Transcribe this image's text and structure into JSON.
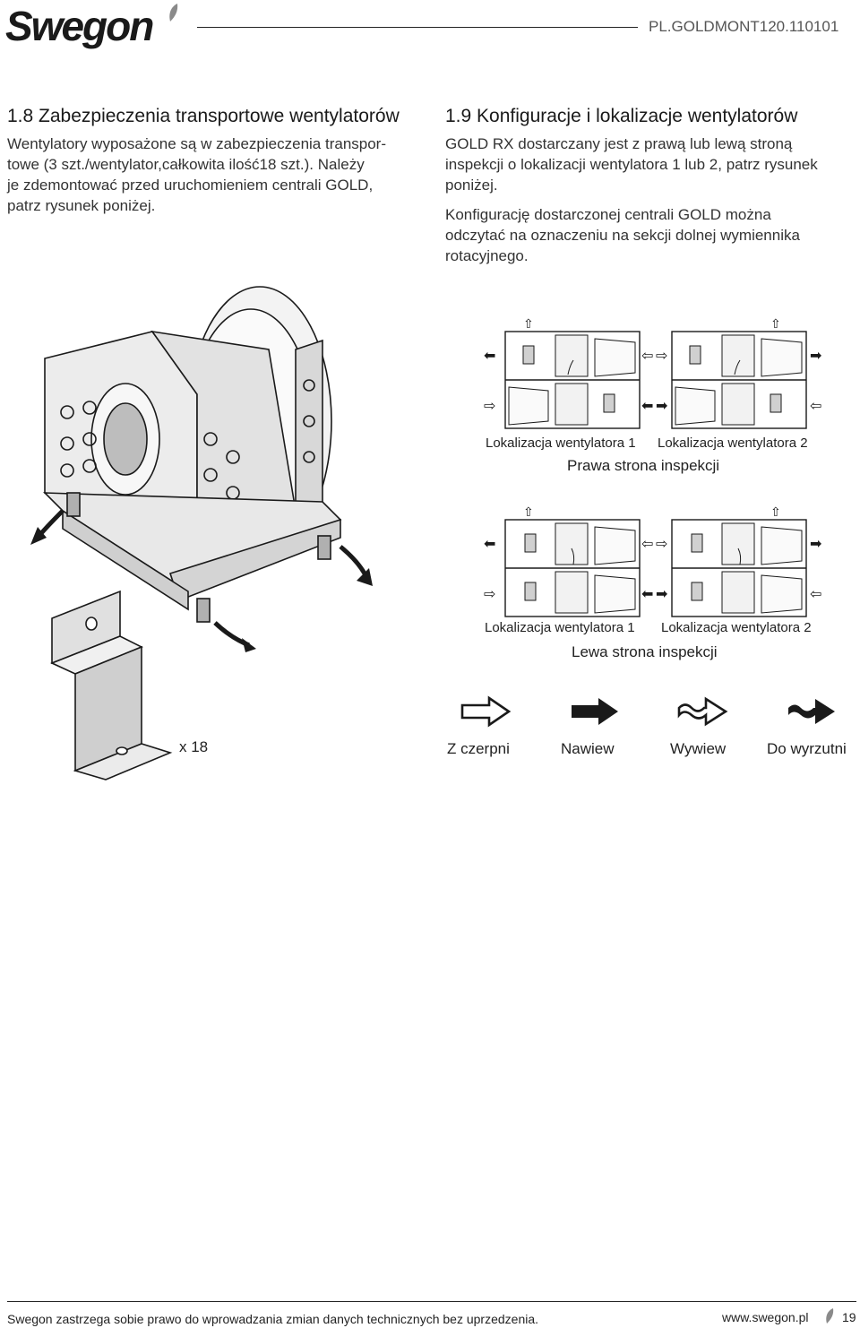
{
  "header": {
    "logo_text": "Swegon",
    "doc_code": "PL.GOLDMONT120.110101"
  },
  "section_1_8": {
    "title": "1.8 Zabezpieczenia transportowe wentylatorów",
    "lines": [
      "Wentylatory wyposażone są w zabezpieczenia transpor-",
      "towe (3 szt./wentylator,całkowita ilość18 szt.). Należy",
      "je zdemontować przed uruchomieniem centrali GOLD,",
      "patrz rysunek poniżej."
    ]
  },
  "section_1_9": {
    "title": "1.9 Konfiguracje i lokalizacje wentylatorów",
    "para1_lines": [
      "GOLD RX dostarczany jest z prawą lub lewą stroną",
      "inspekcji o lokalizacji wentylatora 1 lub 2, patrz rysunek",
      "poniżej."
    ],
    "para2_lines": [
      "Konfigurację dostarczonej centrali GOLD można",
      "odczytać na oznaczeniu na sekcji dolnej wymiennika",
      "rotacyjnego."
    ]
  },
  "diagram_right": {
    "loc_label_1": "Lokalizacja wentylatora 1",
    "loc_label_2": "Lokalizacja wentylatora 2",
    "title": "Prawa strona inspekcji"
  },
  "diagram_left": {
    "loc_label_1": "Lokalizacja wentylatora 1",
    "loc_label_2": "Lokalizacja wentylatora 2",
    "title": "Lewa strona inspekcji"
  },
  "bracket": {
    "quantity": "x 18"
  },
  "legend": {
    "items": [
      {
        "label": "Z czerpni",
        "icon": "outdoor-air-arrow-icon"
      },
      {
        "label": "Nawiew",
        "icon": "supply-air-arrow-icon"
      },
      {
        "label": "Wywiew",
        "icon": "extract-air-arrow-icon"
      },
      {
        "label": "Do wyrzutni",
        "icon": "exhaust-air-arrow-icon"
      }
    ]
  },
  "footer": {
    "disclaimer": "Swegon zastrzega sobie prawo do wprowadzania zmian danych technicznych bez uprzedzenia.",
    "url": "www.swegon.pl",
    "page_number": "19"
  }
}
